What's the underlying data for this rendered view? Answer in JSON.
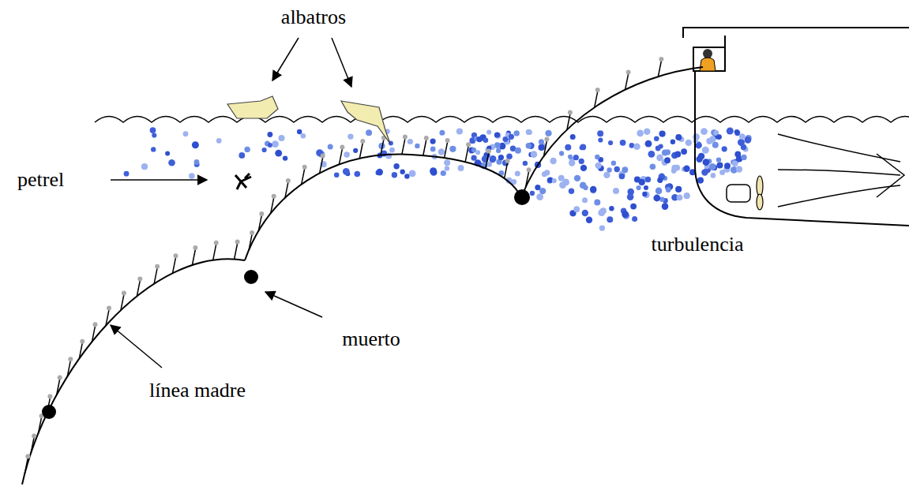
{
  "diagram": {
    "labels": [
      "albatros",
      "petrel",
      "muerto",
      "línea madre",
      "turbulencia"
    ]
  }
}
